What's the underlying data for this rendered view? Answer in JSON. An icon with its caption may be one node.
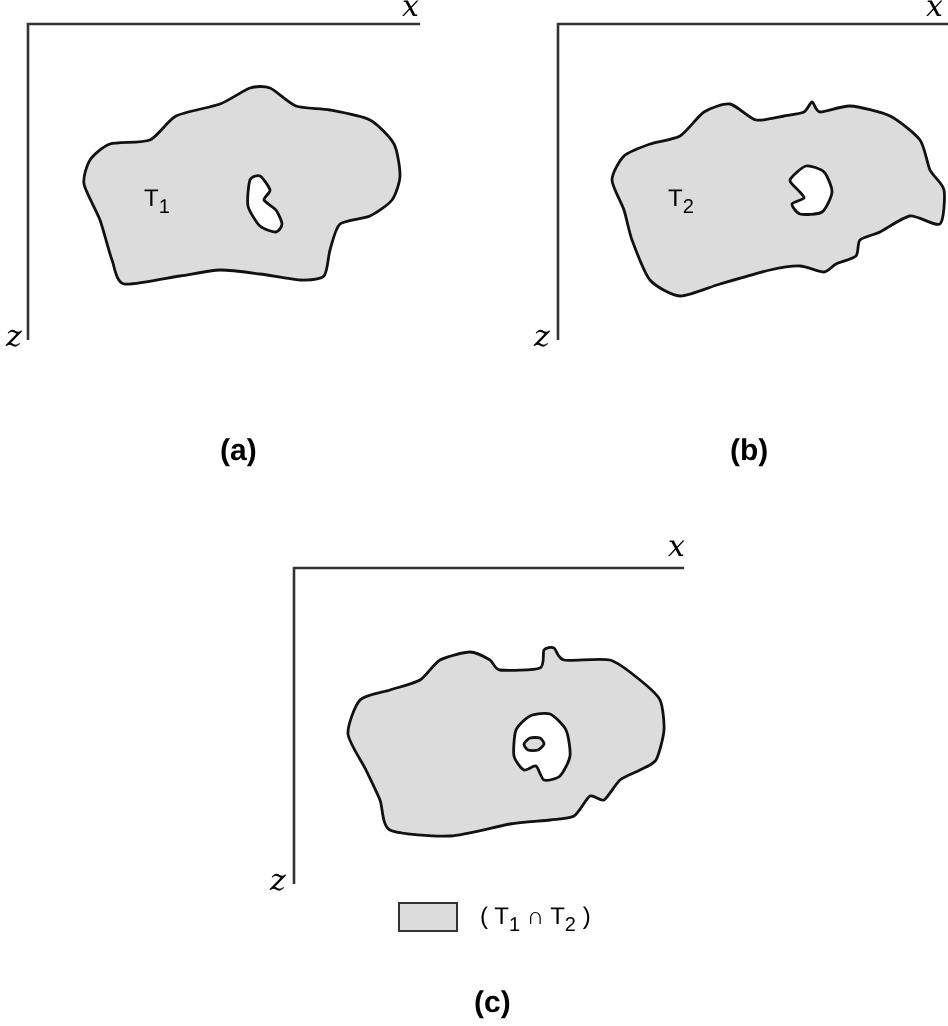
{
  "diagram": {
    "nodes": [
      {
        "text": [
          "T$_{1}$"
        ]
      },
      {
        "text": [
          "T$_{2}$"
        ]
      },
      {
        "text": [],
        "shape": "blob"
      }
    ],
    "labels": [
      "x",
      "z",
      "(a)",
      "x",
      "z",
      "(b)",
      "x",
      "z",
      "(c)"
    ],
    "legend": [
      {
        "text": "( T$_{1}$ ∩ T$_{2}$ )",
        "color": "#dcdcdc"
      }
    ]
  }
}
